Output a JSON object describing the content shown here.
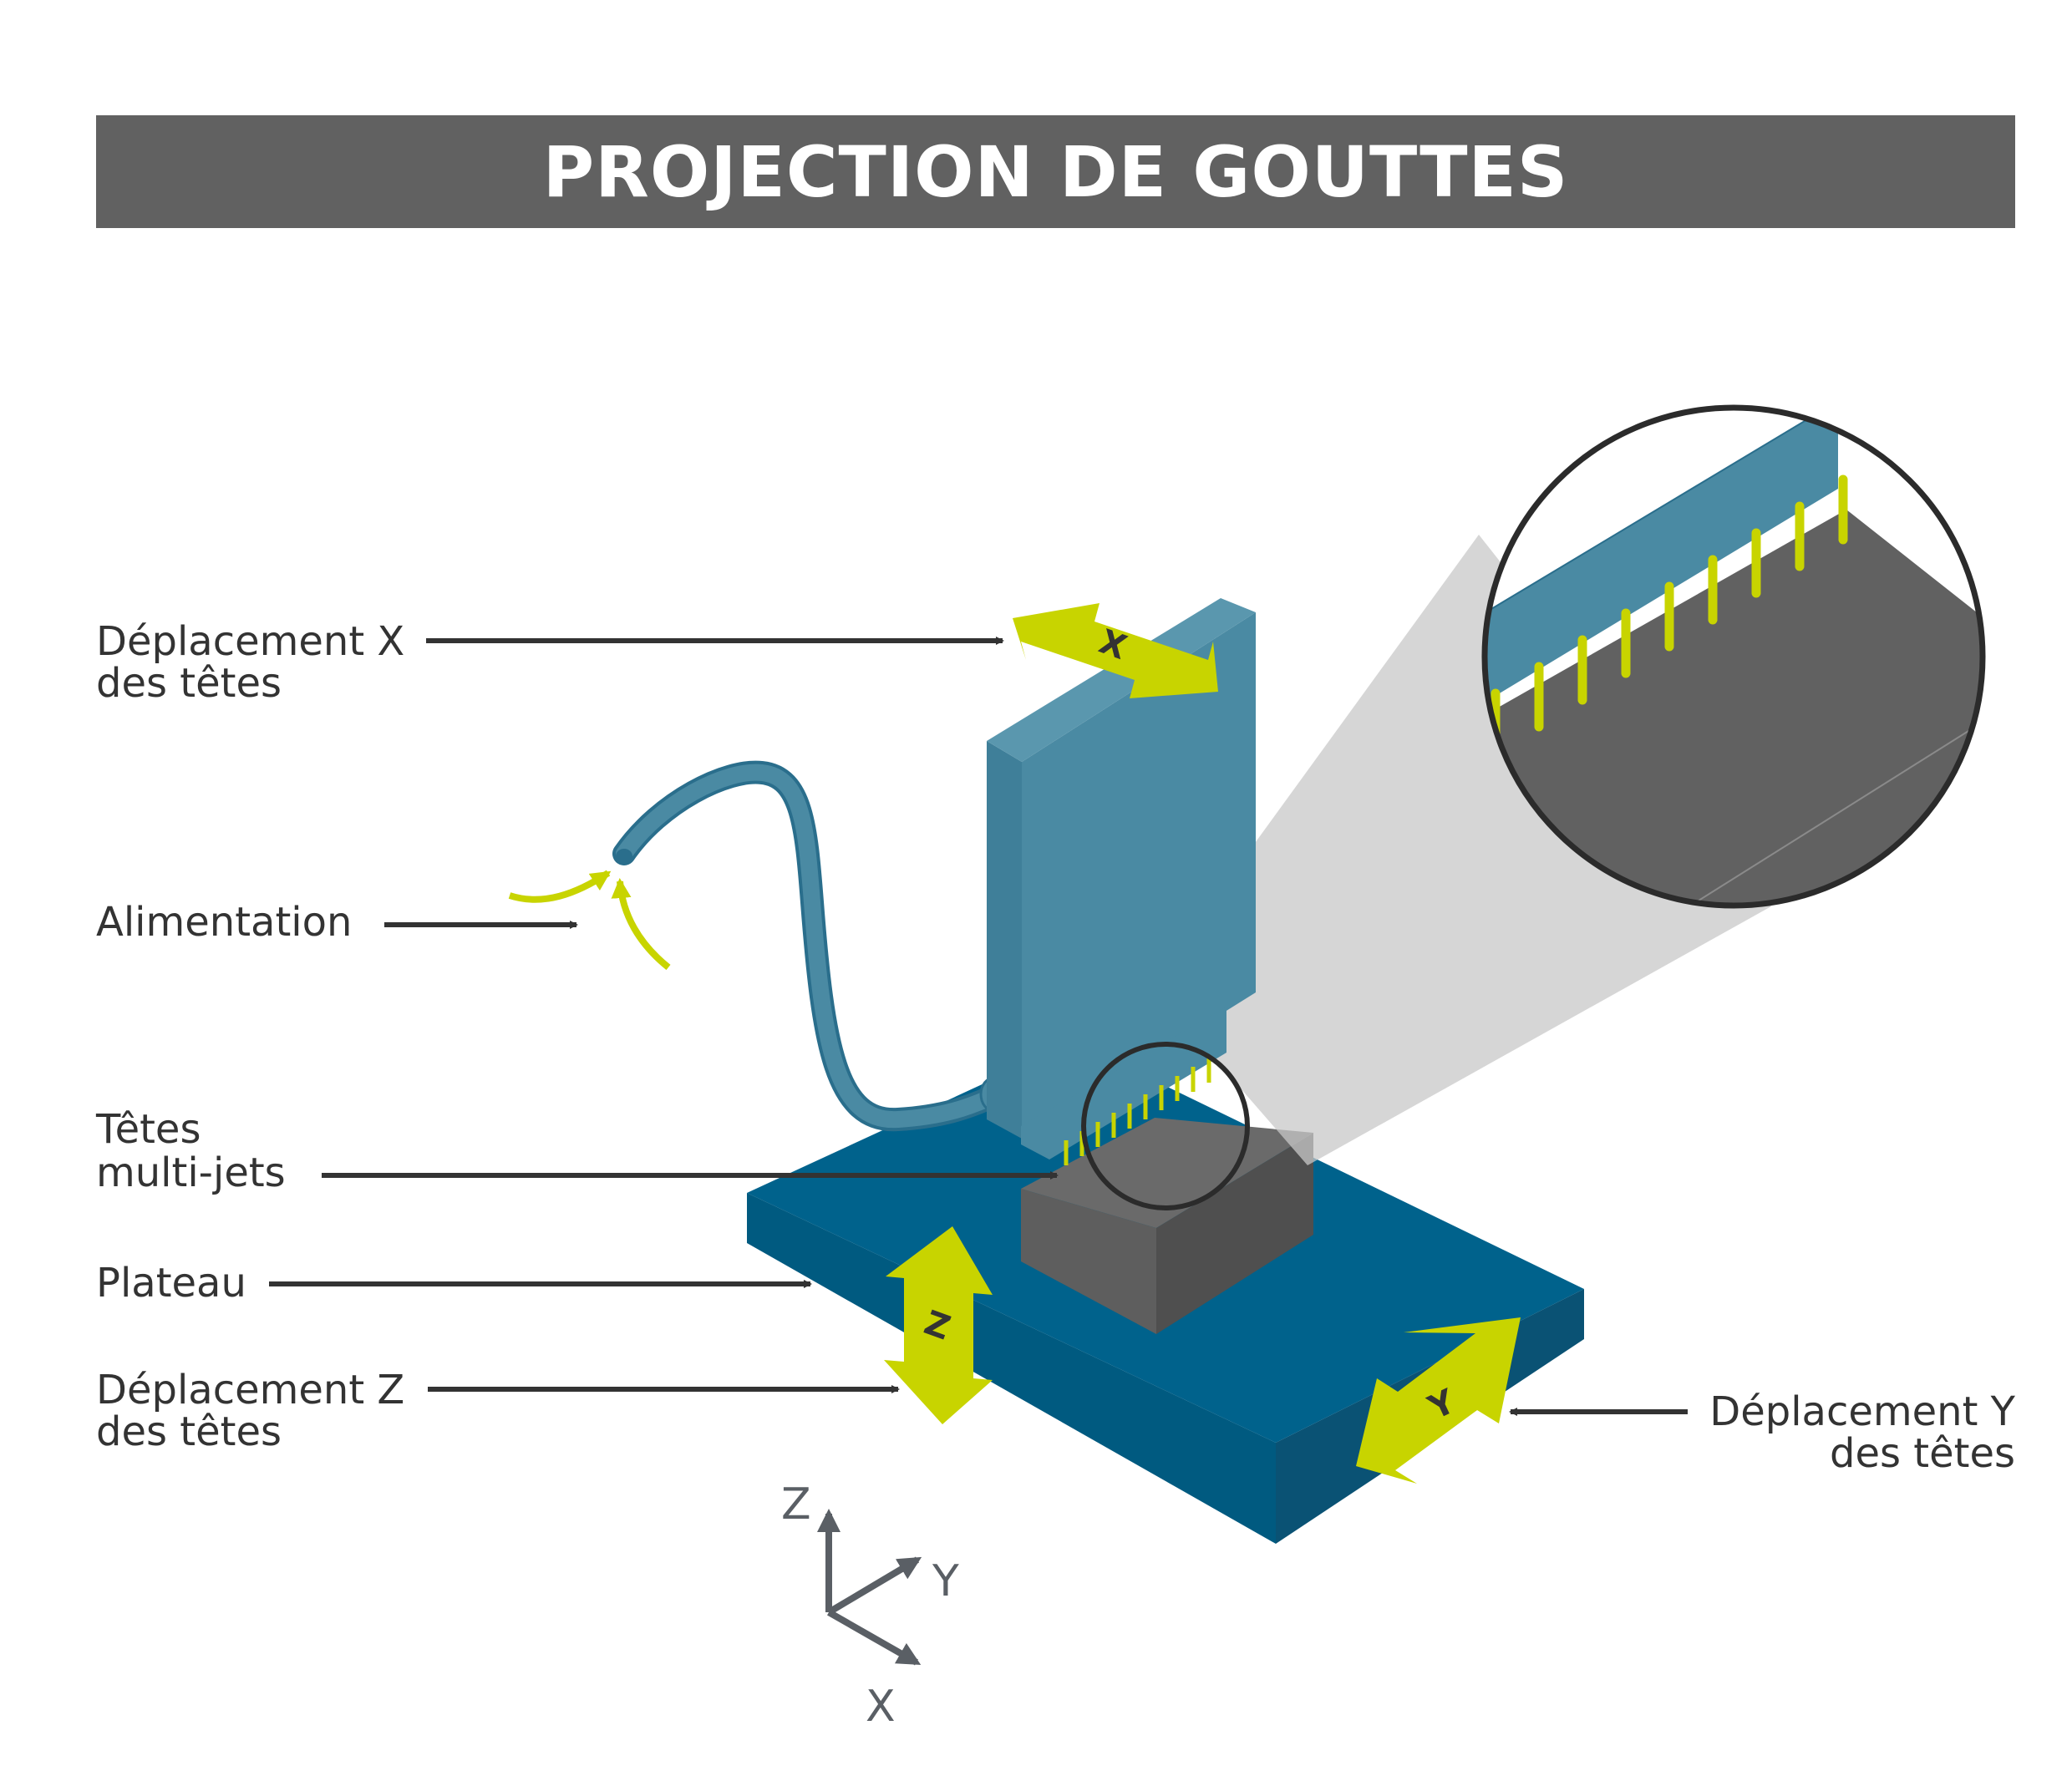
{
  "title": "PROJECTION DE GOUTTES",
  "labels": {
    "x_move": [
      "Déplacement X",
      "des têtes"
    ],
    "feed": "Alimentation",
    "heads": [
      "Têtes",
      "multi-jets"
    ],
    "plate": "Plateau",
    "z_move": [
      "Déplacement Z",
      "des têtes"
    ],
    "y_move": [
      "Déplacement Y",
      "des têtes"
    ]
  },
  "motion_arrows": {
    "x": "X",
    "z": "Z",
    "y": "Y"
  },
  "axes": {
    "z": "Z",
    "y": "Y",
    "x": "X"
  },
  "colors": {
    "title_bar": "#616161",
    "plate": "#00628C",
    "head_body": "#4A8AA3",
    "accent": "#C8D400",
    "part": "#616161",
    "leader": "#333333"
  }
}
